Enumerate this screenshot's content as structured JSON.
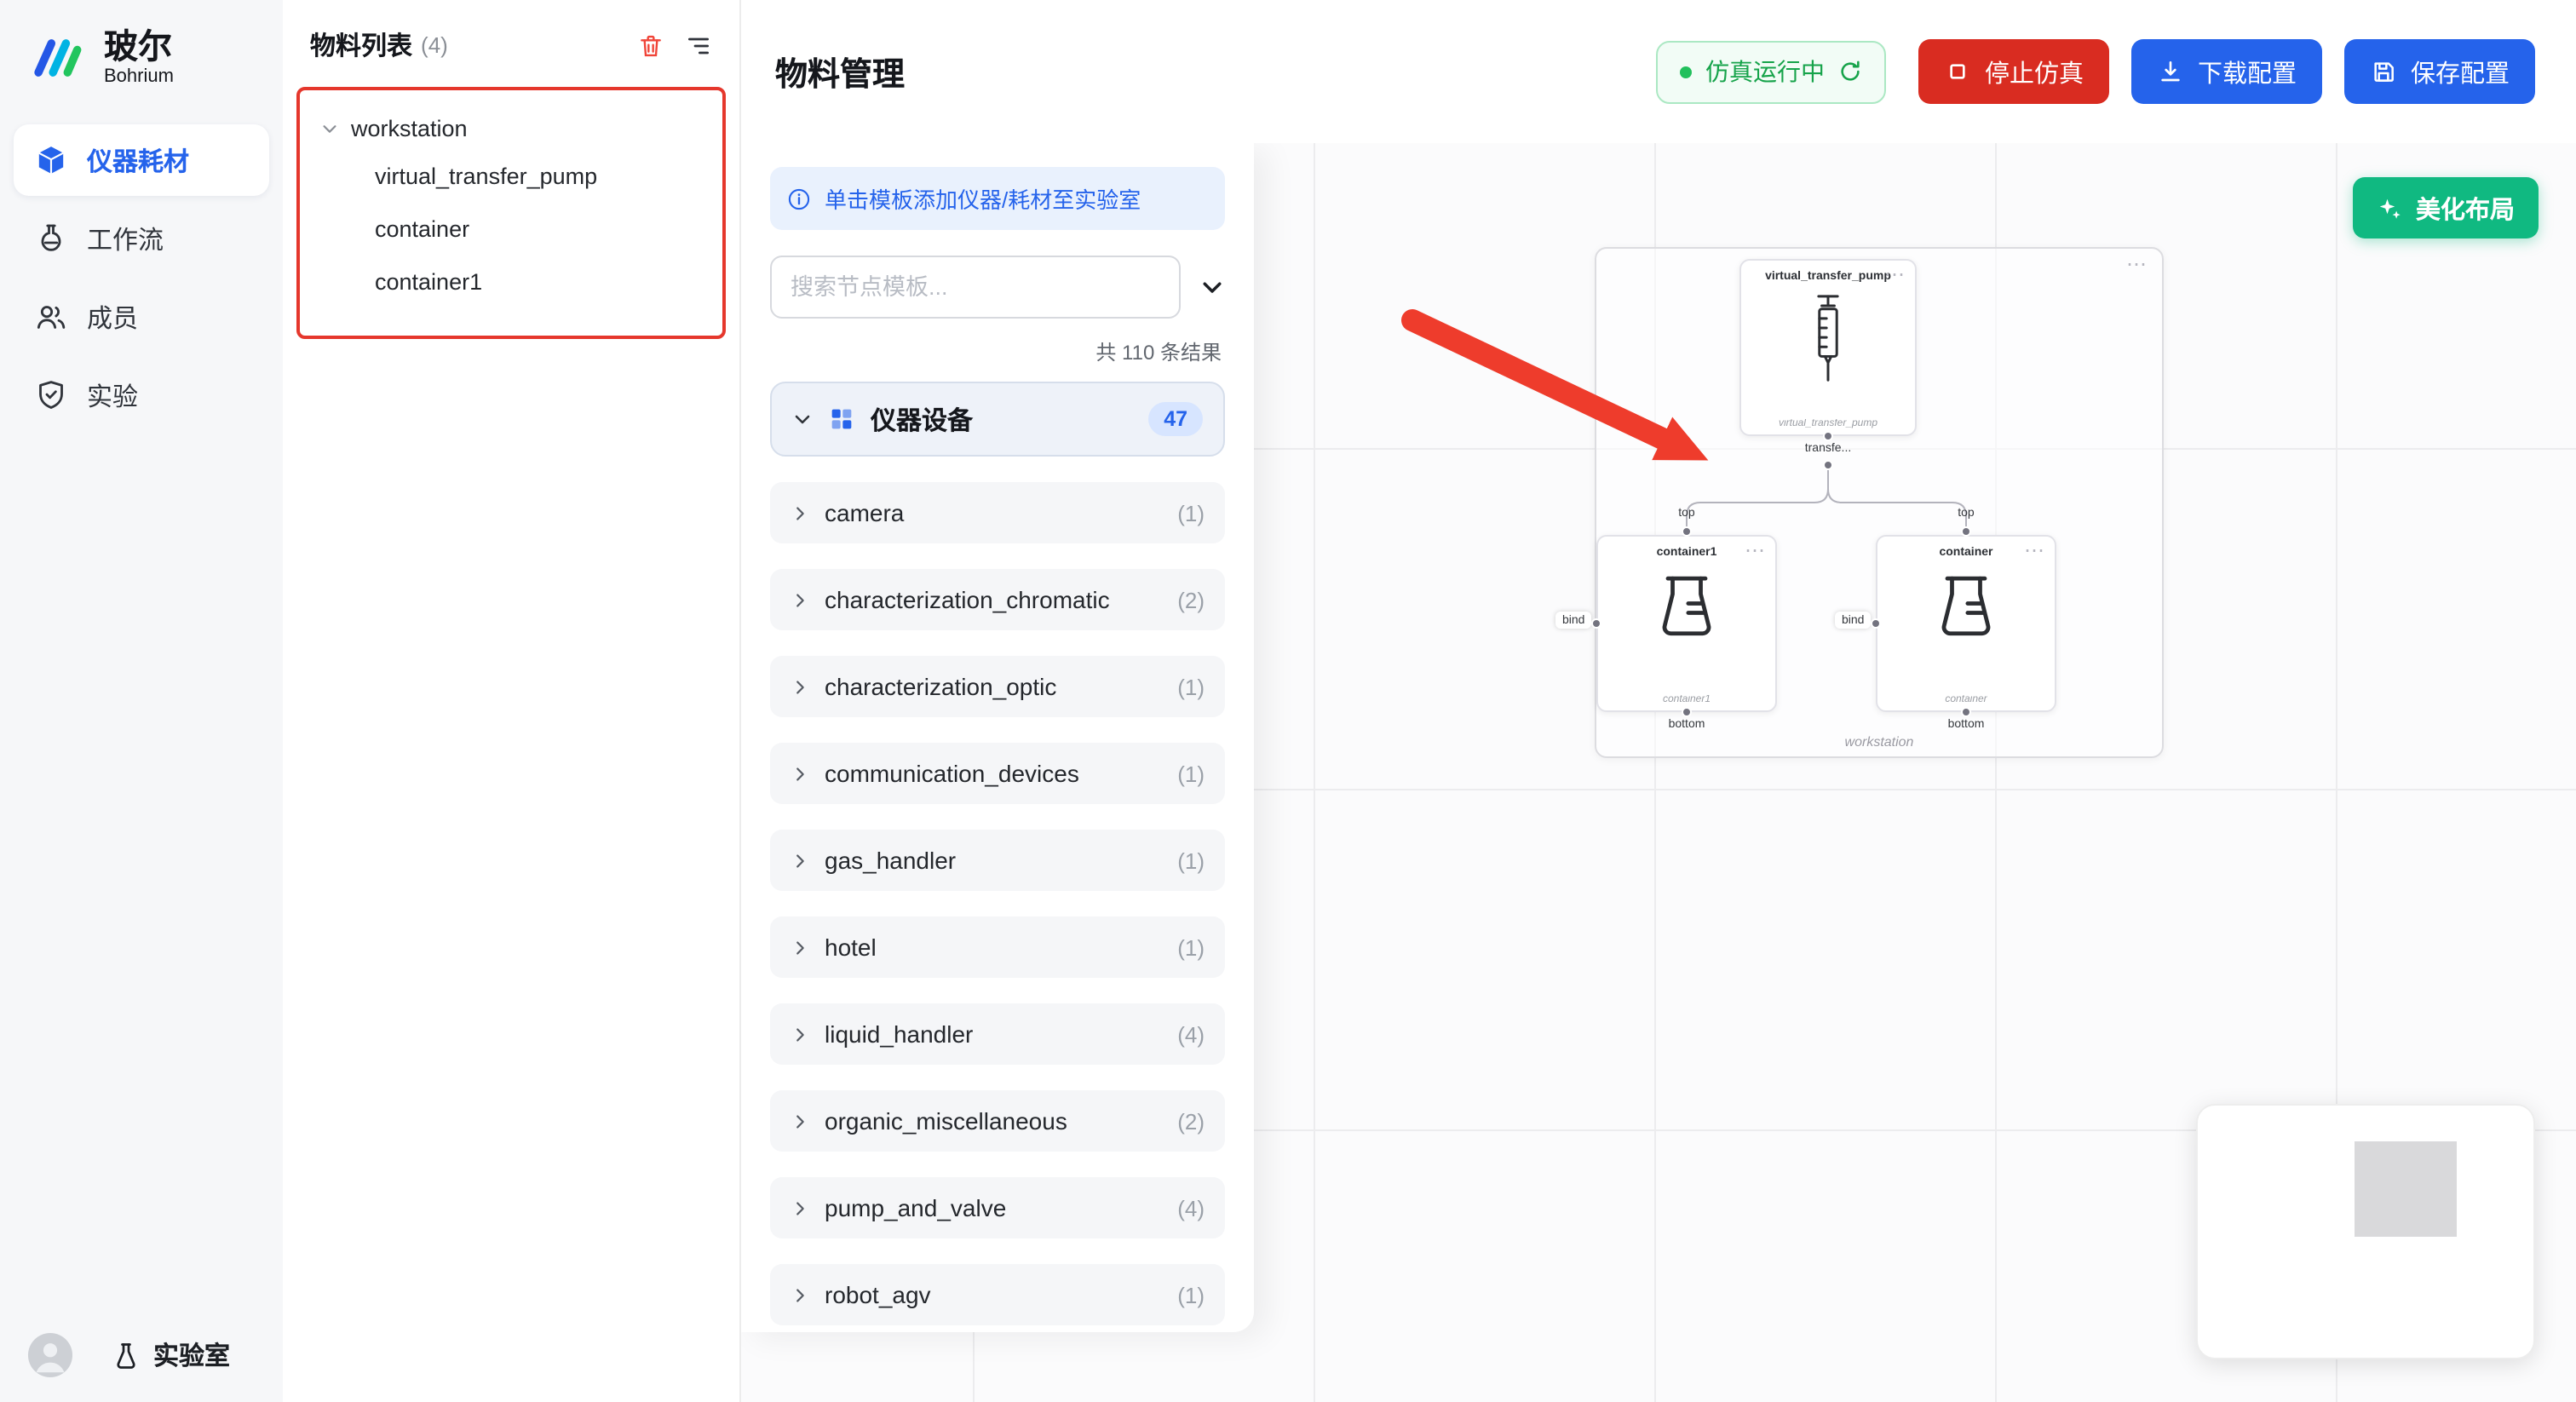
{
  "brand": {
    "name_cn": "玻尔",
    "name_en": "Bohrium"
  },
  "colors": {
    "accent": "#2563eb",
    "danger": "#d92c21",
    "success": "#16a34a",
    "beautify_green": "#10b981",
    "arrow_red": "#ee3c2c",
    "tree_outline_red": "#e5372c"
  },
  "sidebar": {
    "items": [
      {
        "label": "仪器耗材",
        "icon": "cube-icon",
        "active": true
      },
      {
        "label": "工作流",
        "icon": "flask-icon",
        "active": false
      },
      {
        "label": "成员",
        "icon": "members-icon",
        "active": false
      },
      {
        "label": "实验",
        "icon": "shield-icon",
        "active": false
      }
    ],
    "bottom_label": "实验室"
  },
  "materials": {
    "title": "物料列表",
    "count": "(4)",
    "tree": {
      "root": "workstation",
      "children": [
        "virtual_transfer_pump",
        "container",
        "container1"
      ]
    }
  },
  "header": {
    "title": "物料管理",
    "status_label": "仿真运行中",
    "stop_label": "停止仿真",
    "download_label": "下载配置",
    "save_label": "保存配置"
  },
  "templates": {
    "banner": "单击模板添加仪器/耗材至实验室",
    "search_placeholder": "搜索节点模板...",
    "results_summary": "共 110 条结果",
    "category": {
      "label": "仪器设备",
      "count": "47"
    },
    "items": [
      {
        "label": "camera",
        "count": "(1)"
      },
      {
        "label": "characterization_chromatic",
        "count": "(2)"
      },
      {
        "label": "characterization_optic",
        "count": "(1)"
      },
      {
        "label": "communication_devices",
        "count": "(1)"
      },
      {
        "label": "gas_handler",
        "count": "(1)"
      },
      {
        "label": "hotel",
        "count": "(1)"
      },
      {
        "label": "liquid_handler",
        "count": "(4)"
      },
      {
        "label": "organic_miscellaneous",
        "count": "(2)"
      },
      {
        "label": "pump_and_valve",
        "count": "(4)"
      },
      {
        "label": "robot_agv",
        "count": "(1)"
      }
    ]
  },
  "canvas": {
    "beautify_label": "美化布局",
    "workstation": {
      "label": "workstation",
      "pump": {
        "title": "virtual_transfer_pump",
        "subtitle": "virtual_transfer_pump",
        "port_label": "transfe..."
      },
      "container1": {
        "top_port": "top",
        "title": "container1",
        "subtitle": "container1",
        "bottom_port": "bottom",
        "bind_label": "bind"
      },
      "container": {
        "top_port": "top",
        "title": "container",
        "subtitle": "container",
        "bottom_port": "bottom",
        "bind_label": "bind"
      }
    }
  }
}
